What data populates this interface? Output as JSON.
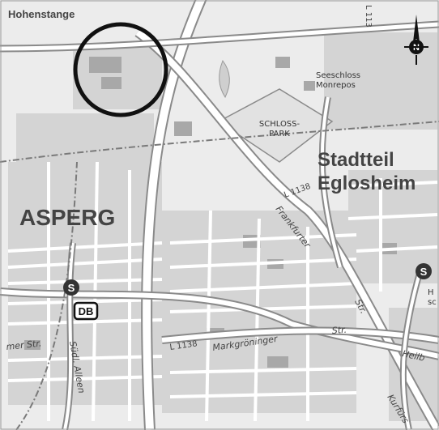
{
  "map": {
    "places": {
      "hohenstange": "Hohenstange",
      "asperg": "ASPERG",
      "stadtteil": "Stadtteil",
      "eglosheim": "Eglosheim",
      "schlosspark_1": "SCHLOSS-",
      "schlosspark_2": "PARK",
      "seeschloss_1": "Seeschloss",
      "seeschloss_2": "Monrepos",
      "edge_h_1": "H",
      "edge_h_2": "sc"
    },
    "roads": {
      "l1138_north": "L 1138",
      "frankfurter": "Frankfurter",
      "frankfurter_str": "Str.",
      "l1138_south": "L 1138",
      "markgroeninger": "Markgröninger",
      "markgroeninger_str": "Str.",
      "mer_str": "mer Str.",
      "suedl_alleen": "Südl. Alleen",
      "heilb": "Heilb",
      "kurfuers": "Kurfürs",
      "l113": "L 113"
    },
    "badges": {
      "db": "DB",
      "sbahn_west": "S",
      "sbahn_east": "S"
    },
    "compass": {
      "north": "N"
    },
    "colors": {
      "block": "#d4d4d4",
      "block_dark": "#a8a8a8",
      "road_fill": "#ffffff",
      "road_edge": "#8a8a8a",
      "rail": "#9a9a9a",
      "highlight_circle": "#111111"
    }
  }
}
